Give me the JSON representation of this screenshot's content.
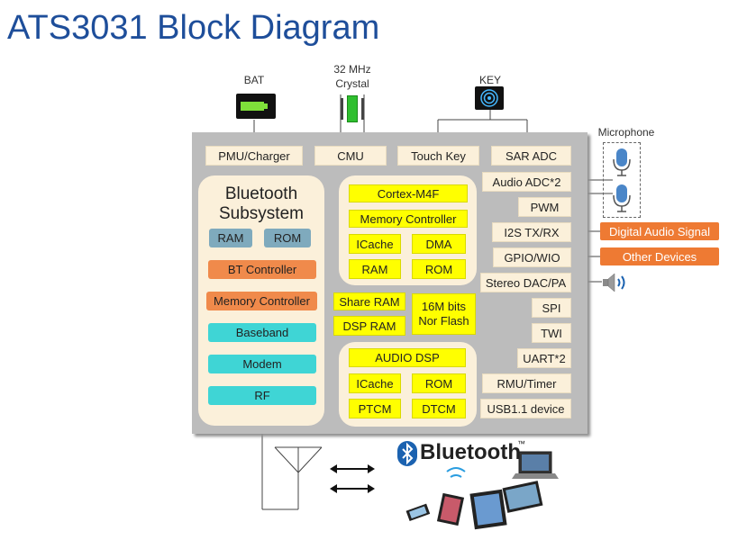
{
  "title": "ATS3031 Block Diagram",
  "external": {
    "bat": "BAT",
    "crystal_line1": "32 MHz",
    "crystal_line2": "Crystal",
    "key": "KEY",
    "microphone": "Microphone",
    "digital_audio": "Digital Audio Signal",
    "other_devices": "Other Devices",
    "bluetooth_logo": "Bluetooth",
    "bluetooth_tm": "™"
  },
  "top_row": {
    "pmu": "PMU/Charger",
    "cmu": "CMU",
    "touch_key": "Touch Key",
    "sar_adc": "SAR ADC"
  },
  "bt_subsystem": {
    "title_line1": "Bluetooth",
    "title_line2": "Subsystem",
    "ram": "RAM",
    "rom": "ROM",
    "bt_controller": "BT Controller",
    "memory_controller": "Memory Controller",
    "baseband": "Baseband",
    "modem": "Modem",
    "rf": "RF"
  },
  "cpu": {
    "core": "Cortex-M4F",
    "memory_controller": "Memory Controller",
    "icache": "ICache",
    "dma": "DMA",
    "ram": "RAM",
    "rom": "ROM"
  },
  "middle": {
    "share_ram": "Share RAM",
    "dsp_ram": "DSP RAM",
    "flash_line1": "16M bits",
    "flash_line2": "Nor Flash"
  },
  "dsp": {
    "title": "AUDIO DSP",
    "icache": "ICache",
    "rom": "ROM",
    "ptcm": "PTCM",
    "dtcm": "DTCM"
  },
  "right_column": {
    "audio_adc": "Audio ADC*2",
    "pwm": "PWM",
    "i2s": "I2S TX/RX",
    "gpio": "GPIO/WIO",
    "dac": "Stereo DAC/PA",
    "spi": "SPI",
    "twi": "TWI",
    "uart": "UART*2",
    "rmu": "RMU/Timer",
    "usb": "USB1.1 device"
  },
  "icons": {
    "battery": "battery-icon",
    "crystal": "crystal-icon",
    "key": "touch-key-icon",
    "mic": "microphone-icon",
    "speaker": "speaker-icon",
    "antenna": "antenna-icon",
    "arrows": "double-arrow-icon",
    "devices": "devices-icon"
  },
  "colors": {
    "title": "#1e4e9a",
    "chip": "#bcbcbc",
    "peripheral": "#fbf0da",
    "yellow": "#ffff00",
    "teal": "#3fd5d5",
    "grey_blue": "#7faabd",
    "orange": "#f08a4b",
    "external_orange": "#ee7a33",
    "bluetooth_blue": "#1b62b0"
  }
}
